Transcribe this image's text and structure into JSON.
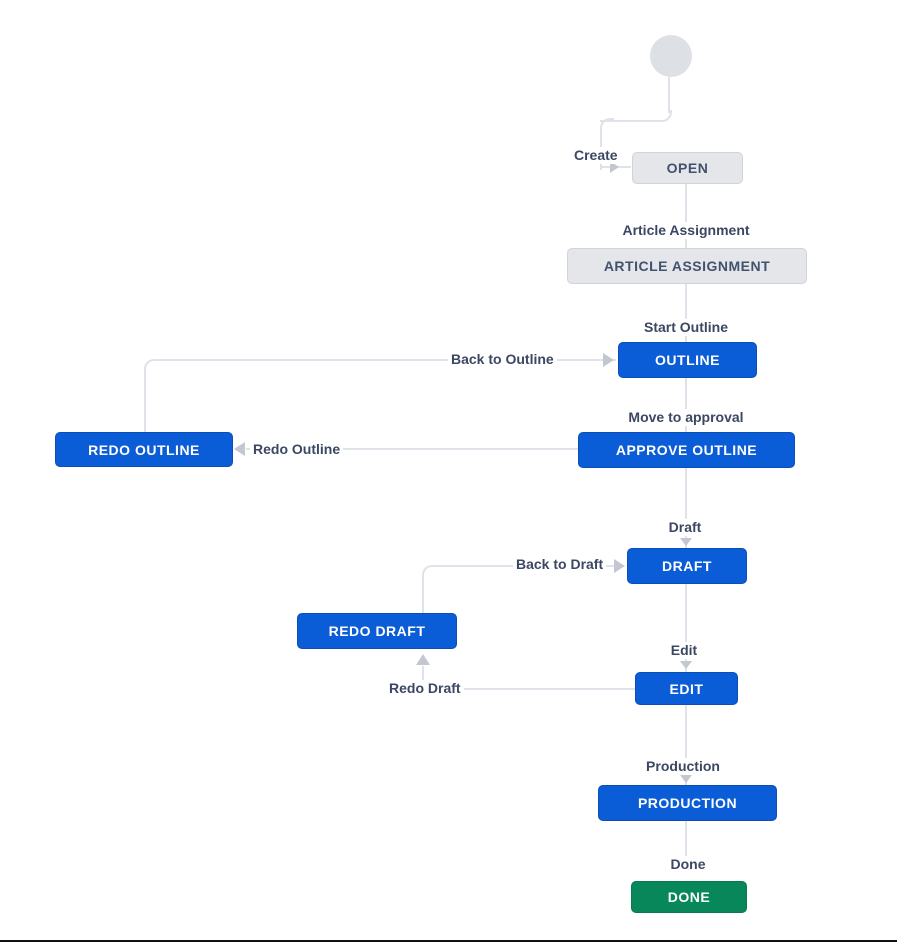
{
  "workflow": {
    "start_node": "start",
    "statuses": [
      {
        "key": "open",
        "label": "OPEN",
        "category": "todo"
      },
      {
        "key": "article-assignment",
        "label": "ARTICLE ASSIGNMENT",
        "category": "todo"
      },
      {
        "key": "outline",
        "label": "OUTLINE",
        "category": "in-progress"
      },
      {
        "key": "approve-outline",
        "label": "APPROVE OUTLINE",
        "category": "in-progress"
      },
      {
        "key": "redo-outline",
        "label": "REDO OUTLINE",
        "category": "in-progress"
      },
      {
        "key": "draft",
        "label": "DRAFT",
        "category": "in-progress"
      },
      {
        "key": "redo-draft",
        "label": "REDO DRAFT",
        "category": "in-progress"
      },
      {
        "key": "edit",
        "label": "EDIT",
        "category": "in-progress"
      },
      {
        "key": "production",
        "label": "PRODUCTION",
        "category": "in-progress"
      },
      {
        "key": "done",
        "label": "DONE",
        "category": "done"
      }
    ],
    "transitions": [
      {
        "label": "Create",
        "from": "start",
        "to": "open"
      },
      {
        "label": "Article Assignment",
        "from": "open",
        "to": "article-assignment"
      },
      {
        "label": "Start Outline",
        "from": "article-assignment",
        "to": "outline"
      },
      {
        "label": "Move to approval",
        "from": "outline",
        "to": "approve-outline"
      },
      {
        "label": "Redo Outline",
        "from": "approve-outline",
        "to": "redo-outline"
      },
      {
        "label": "Back to Outline",
        "from": "redo-outline",
        "to": "outline"
      },
      {
        "label": "Draft",
        "from": "approve-outline",
        "to": "draft"
      },
      {
        "label": "Back to Draft",
        "from": "redo-draft",
        "to": "draft"
      },
      {
        "label": "Edit",
        "from": "draft",
        "to": "edit"
      },
      {
        "label": "Redo Draft",
        "from": "edit",
        "to": "redo-draft"
      },
      {
        "label": "Production",
        "from": "edit",
        "to": "production"
      },
      {
        "label": "Done",
        "from": "production",
        "to": "done"
      }
    ],
    "colors": {
      "in_progress_bg": "#0b5cd7",
      "todo_bg": "#e4e6ea",
      "done_bg": "#08875b",
      "todo_text": "#42526e",
      "box_text": "#ffffff",
      "line": "#dfe2e8",
      "arrow": "#c2c7d0",
      "label_text": "#3b4763"
    }
  }
}
